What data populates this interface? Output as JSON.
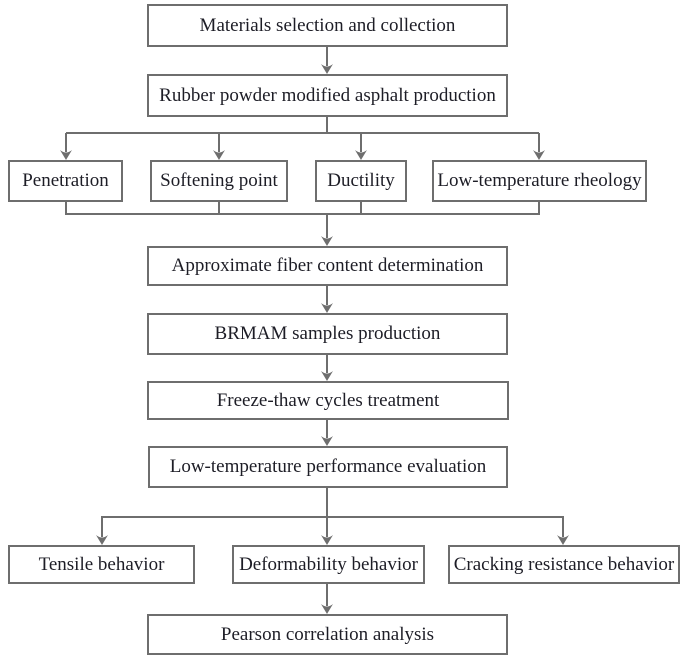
{
  "flowchart": {
    "nodes": [
      {
        "id": "materials-selection",
        "label": "Materials selection and collection"
      },
      {
        "id": "rubber-powder-production",
        "label": "Rubber powder modified asphalt production"
      },
      {
        "id": "penetration",
        "label": "Penetration"
      },
      {
        "id": "softening-point",
        "label": "Softening point"
      },
      {
        "id": "ductility",
        "label": "Ductility"
      },
      {
        "id": "low-temperature-rheology",
        "label": "Low-temperature rheology"
      },
      {
        "id": "fiber-content-determination",
        "label": "Approximate fiber content determination"
      },
      {
        "id": "brmam-samples-production",
        "label": "BRMAM samples production"
      },
      {
        "id": "freeze-thaw-treatment",
        "label": "Freeze-thaw cycles treatment"
      },
      {
        "id": "low-temperature-evaluation",
        "label": "Low-temperature performance evaluation"
      },
      {
        "id": "tensile-behavior",
        "label": "Tensile behavior"
      },
      {
        "id": "deformability-behavior",
        "label": "Deformability behavior"
      },
      {
        "id": "cracking-resistance-behavior",
        "label": "Cracking resistance behavior"
      },
      {
        "id": "pearson-correlation-analysis",
        "label": "Pearson correlation analysis"
      }
    ],
    "colors": {
      "line": "#6e6e6e",
      "text": "#1d1d26",
      "node_background": "#ffffff",
      "page_background": "#ffffff"
    }
  }
}
